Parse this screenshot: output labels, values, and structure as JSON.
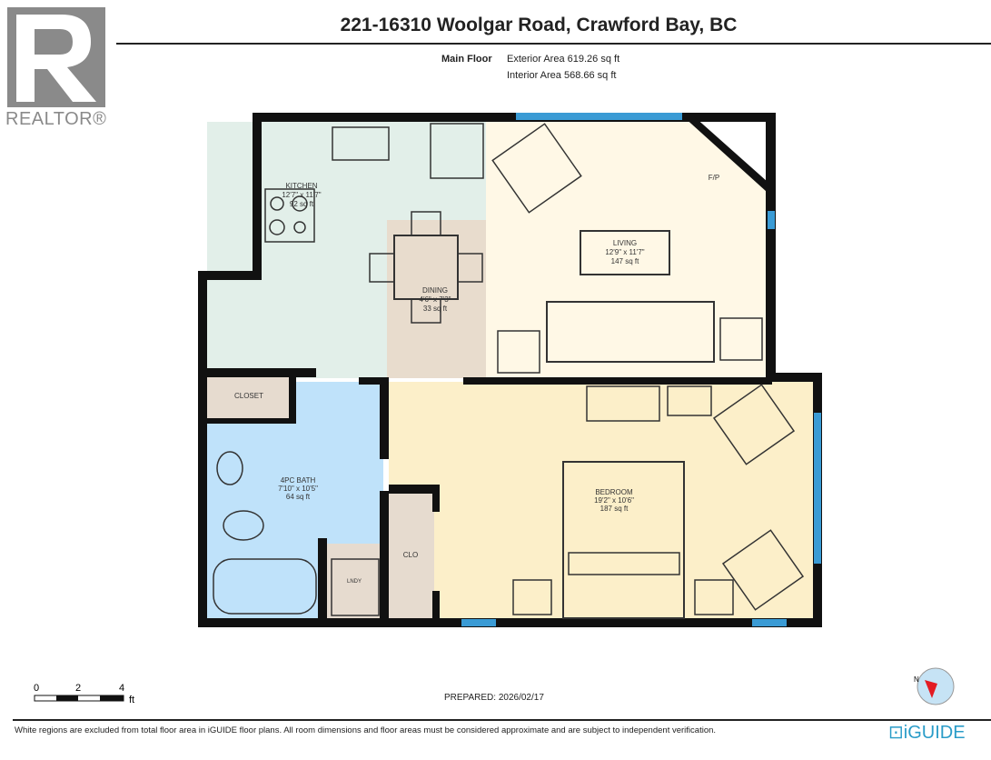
{
  "header": {
    "title": "221-16310 Woolgar Road, Crawford Bay, BC",
    "floor": "Main Floor",
    "exterior_area": "Exterior Area 619.26 sq ft",
    "interior_area": "Interior Area 568.66 sq ft"
  },
  "logo": {
    "text": "REALTOR®"
  },
  "rooms": {
    "kitchen": {
      "name": "KITCHEN",
      "dims": "12'7\" x 11'7\"",
      "area": "92 sq ft",
      "color": "#e2efe9"
    },
    "dining": {
      "name": "DINING",
      "dims": "4'6\" x 7'3\"",
      "area": "33 sq ft",
      "color": "#e8dccd"
    },
    "living": {
      "name": "LIVING",
      "dims": "12'9\" x 11'7\"",
      "area": "147 sq ft",
      "color": "#fff8e6",
      "fireplace": "F/P"
    },
    "bedroom": {
      "name": "BEDROOM",
      "dims": "19'2\" x 10'6\"",
      "area": "187 sq ft",
      "color": "#fcefc9"
    },
    "bath": {
      "name": "4PC BATH",
      "dims": "7'10\" x 10'5\"",
      "area": "64 sq ft",
      "color": "#bfe2fa"
    },
    "closet": {
      "name": "CLOSET",
      "color": "#e6dbcf"
    },
    "clo": {
      "name": "CLO",
      "color": "#e6dbcf"
    },
    "laundry": {
      "name": "LNDY",
      "color": "#e6dbcf"
    }
  },
  "colors": {
    "wall": "#111111",
    "window": "#3a9bd5"
  },
  "scale": {
    "ticks": [
      "0",
      "2",
      "4"
    ],
    "unit": "ft"
  },
  "compass": {
    "label": "N"
  },
  "footer": {
    "prepared": "PREPARED: 2026/02/17",
    "disclaimer": "White regions are excluded from total floor area in iGUIDE floor plans. All room dimensions and floor areas must be considered approximate and are subject to independent verification.",
    "brand": "iGUIDE"
  }
}
